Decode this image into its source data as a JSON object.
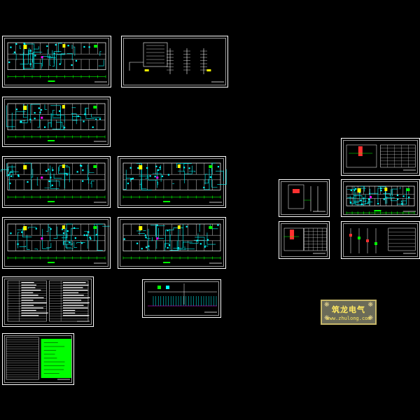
{
  "colors": {
    "background": "#000000",
    "frame": "#ffffff",
    "wire": "#00ffff",
    "room": "#ffffff",
    "accent_yellow": "#ffff00",
    "accent_green": "#00ff00",
    "accent_magenta": "#ff00ff",
    "accent_red": "#ff3030",
    "logo_bg": "#6b6b58",
    "logo_text": "#ffe860"
  },
  "sheets": [
    {
      "id": "floor-plan-1",
      "kind": "plan"
    },
    {
      "id": "system-diagram-1",
      "kind": "system"
    },
    {
      "id": "floor-plan-2",
      "kind": "plan"
    },
    {
      "id": "floor-plan-3",
      "kind": "plan"
    },
    {
      "id": "floor-plan-4",
      "kind": "plan"
    },
    {
      "id": "floor-plan-5",
      "kind": "plan"
    },
    {
      "id": "floor-plan-6",
      "kind": "plan"
    },
    {
      "id": "equipment-table-1",
      "kind": "table"
    },
    {
      "id": "system-diagram-2",
      "kind": "strip"
    },
    {
      "id": "legend-sheet",
      "kind": "legend"
    },
    {
      "id": "detail-1",
      "kind": "detail-table"
    },
    {
      "id": "detail-2",
      "kind": "detail"
    },
    {
      "id": "detail-3",
      "kind": "plan-small"
    },
    {
      "id": "detail-4",
      "kind": "detail-table"
    },
    {
      "id": "detail-5",
      "kind": "panel"
    }
  ],
  "logo": {
    "name": "筑龙电气",
    "url": "www.zhulong.com",
    "corner_glyph": "❋"
  }
}
